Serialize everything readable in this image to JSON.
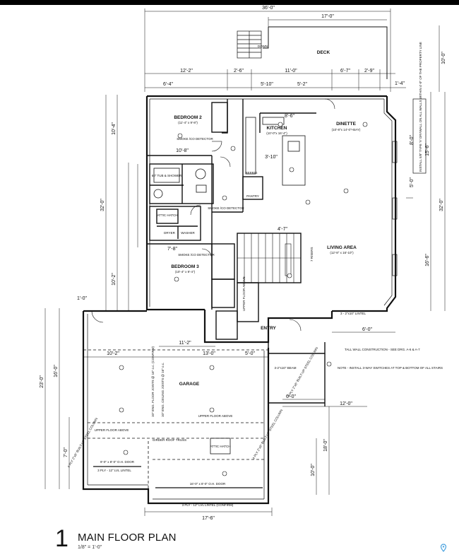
{
  "caption": {
    "number": "1",
    "title": "MAIN FLOOR PLAN",
    "scale": "1/8\" = 1'-0\""
  },
  "dimensions": {
    "overall_top": "36'-0\"",
    "deck_width": "17'-0\"",
    "deck_depth": "10'-0\"",
    "top_row_1": "12'-2\"",
    "top_row_2": "2'-6\"",
    "top_row_3": "11'-0\"",
    "top_row_4": "6'-7\"",
    "top_row_5": "2'-9\"",
    "top_row_6": "1'-4\"",
    "small_a": "6'-4\"",
    "small_b": "5'-10\"",
    "small_c": "5'-2\"",
    "left_overall": "32'-0\"",
    "left_upper": "10'-4\"",
    "left_mid": "10'-2\"",
    "right_overall": "32'-0\"",
    "right_upper": "15'-6\"",
    "right_lower": "16'-6\"",
    "right_small": "5'-0\"",
    "right_eight": "8'-0\"",
    "bed2_w": "10'-8\"",
    "bed3_w": "7'-8\"",
    "kitchen_dim": "3'-10\"",
    "dinette_dim": "8'-6\"",
    "garage_left": "23'-0\"",
    "garage_left_upper": "16'-0\"",
    "garage_left_lower": "7'-0\"",
    "garage_w1": "10'-2\"",
    "garage_w2": "13'-0\"",
    "garage_w3": "11'-2\"",
    "garage_w4": "5'-0\"",
    "entry_w": "6'-0\"",
    "entry_w2": "12'-0\"",
    "garage_right": "18'-0\"",
    "garage_right2": "10'-0\"",
    "bottom_overall": "17'-6\"",
    "side_small": "1'-0\"",
    "stair_dim": "4'-7\"",
    "entry_side": "6'-0\""
  },
  "rooms": {
    "deck": "DECK",
    "bedroom2": "BEDROOM 2",
    "bedroom2_size": "(11'-4\" x 9'-8\")",
    "kitchen": "KITCHEN",
    "kitchen_size": "(10'-0\"x 16'-4\")",
    "dinette": "DINETTE",
    "dinette_size": "(10'-8\"x 14'-0\"+BAY)",
    "tub": "60\" TUB & SHOWER",
    "pantry": "PANTRY",
    "refrig": "REFRIG",
    "attic": "ATTIC HATCH",
    "dryer": "DRYER",
    "washer": "WASHER",
    "living": "LIVING AREA",
    "living_size": "(12'-8\" x 16'-10\")",
    "bedroom3": "BEDROOM 3",
    "bedroom3_size": "(10'-4\" x 9'-4\")",
    "entry": "ENTRY",
    "garage": "GARAGE",
    "upper_floor_above": "UPPER FLOOR ABOVE",
    "upper_floor_above_2": "UPPER FLOOR ABOVE",
    "girder": "GIRDER ROOF TRUSS",
    "attic2": "ATTIC HATCH",
    "ohdoor_small": "9'-0\" x 8'-0\" O.H. DOOR",
    "ohdoor_large": "16'-0\" x 8'-0\" O.H. DOOR",
    "lintel_small": "3 PLY - 12\" LVL LINTEL",
    "lintel_large": "3 PLY - 12\" LVL LINTEL (CONFIRM)",
    "smoke1": "SMOKE /CO DETECTOR",
    "smoke2": "SMOKE /CO DETECTOR",
    "smoke3": "SMOKE /CO DETECTOR",
    "dn": "DOWN",
    "upper_above": "UPPER FLOOR ABOVE",
    "risers": "7 RISERS",
    "lintel_3_2": "3 - 2\"x10\" LINTEL",
    "beam": "3-2\"x10\" BEAM",
    "tall_wall": "TALL WALL CONSTRUCTION - SEE DRG. A-6 & A-7",
    "note": "NOTE - INSTALL 3-WAY SWITCHES AT TOP & BOTTOM OF ALL STAIRS",
    "install_note": "INSTALL 5/8\" TYPE 'X' DRYWALL ON ALL WALLS WITHIN 4'-0\" OF THE PROPERTY LINE",
    "ceiling_joists": "10\" ENG. CEILING JOISTS @ 16\" o.c.",
    "floor_joists": "10\" ENG. FLOOR JOISTS @ 16\" o.c. (CONFIRM)",
    "steel_col1": "4 PLY 2\"x6\" BUILT-UP STEEL COLUMN",
    "steel_col2": "4 PLY 2\"x6\" BUILT-UP STEEL COLUMN",
    "steel_col3": "4 PLY 2\"x6\" BUILT-UP STEEL COLUMN"
  }
}
